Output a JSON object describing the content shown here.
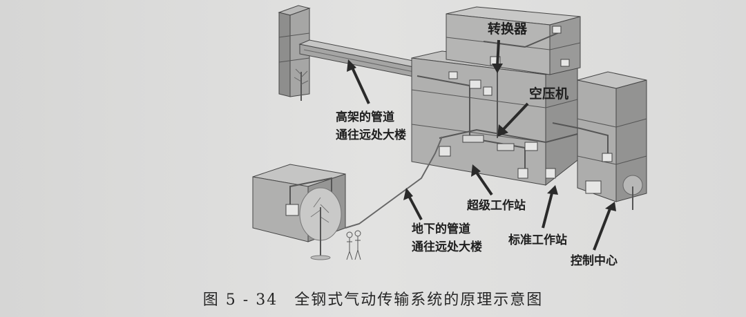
{
  "labels": {
    "converter": "转换器",
    "compressor": "空压机",
    "elevated_pipe_line1": "高架的管道",
    "elevated_pipe_line2": "通往远处大楼",
    "super_station": "超级工作站",
    "underground_pipe_line1": "地下的管道",
    "underground_pipe_line2": "通往远处大楼",
    "standard_station": "标准工作站",
    "control_center": "控制中心"
  },
  "caption": {
    "number": "图 5 - 34",
    "title": "全钢式气动传输系统的原理示意图"
  }
}
